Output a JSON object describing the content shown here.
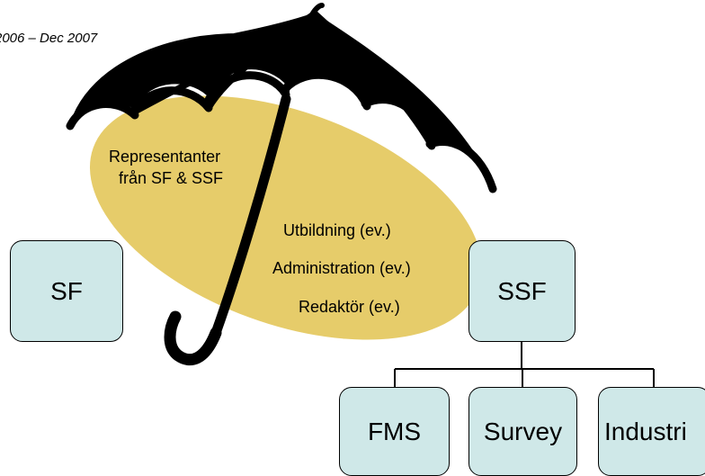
{
  "date_range": "2006 – Dec 2007",
  "umbrella": {
    "representatives_line1": "Representanter",
    "representatives_line2": "från SF & SSF",
    "roles": [
      "Utbildning (ev.)",
      "Administration (ev.)",
      "Redaktör (ev.)"
    ]
  },
  "boxes": {
    "sf": "SF",
    "ssf": "SSF",
    "children": [
      "FMS",
      "Survey",
      "Industri"
    ]
  },
  "colors": {
    "box_fill": "#cfe8e8",
    "ellipse_fill": "#e6cc6a",
    "umbrella": "#000000"
  }
}
